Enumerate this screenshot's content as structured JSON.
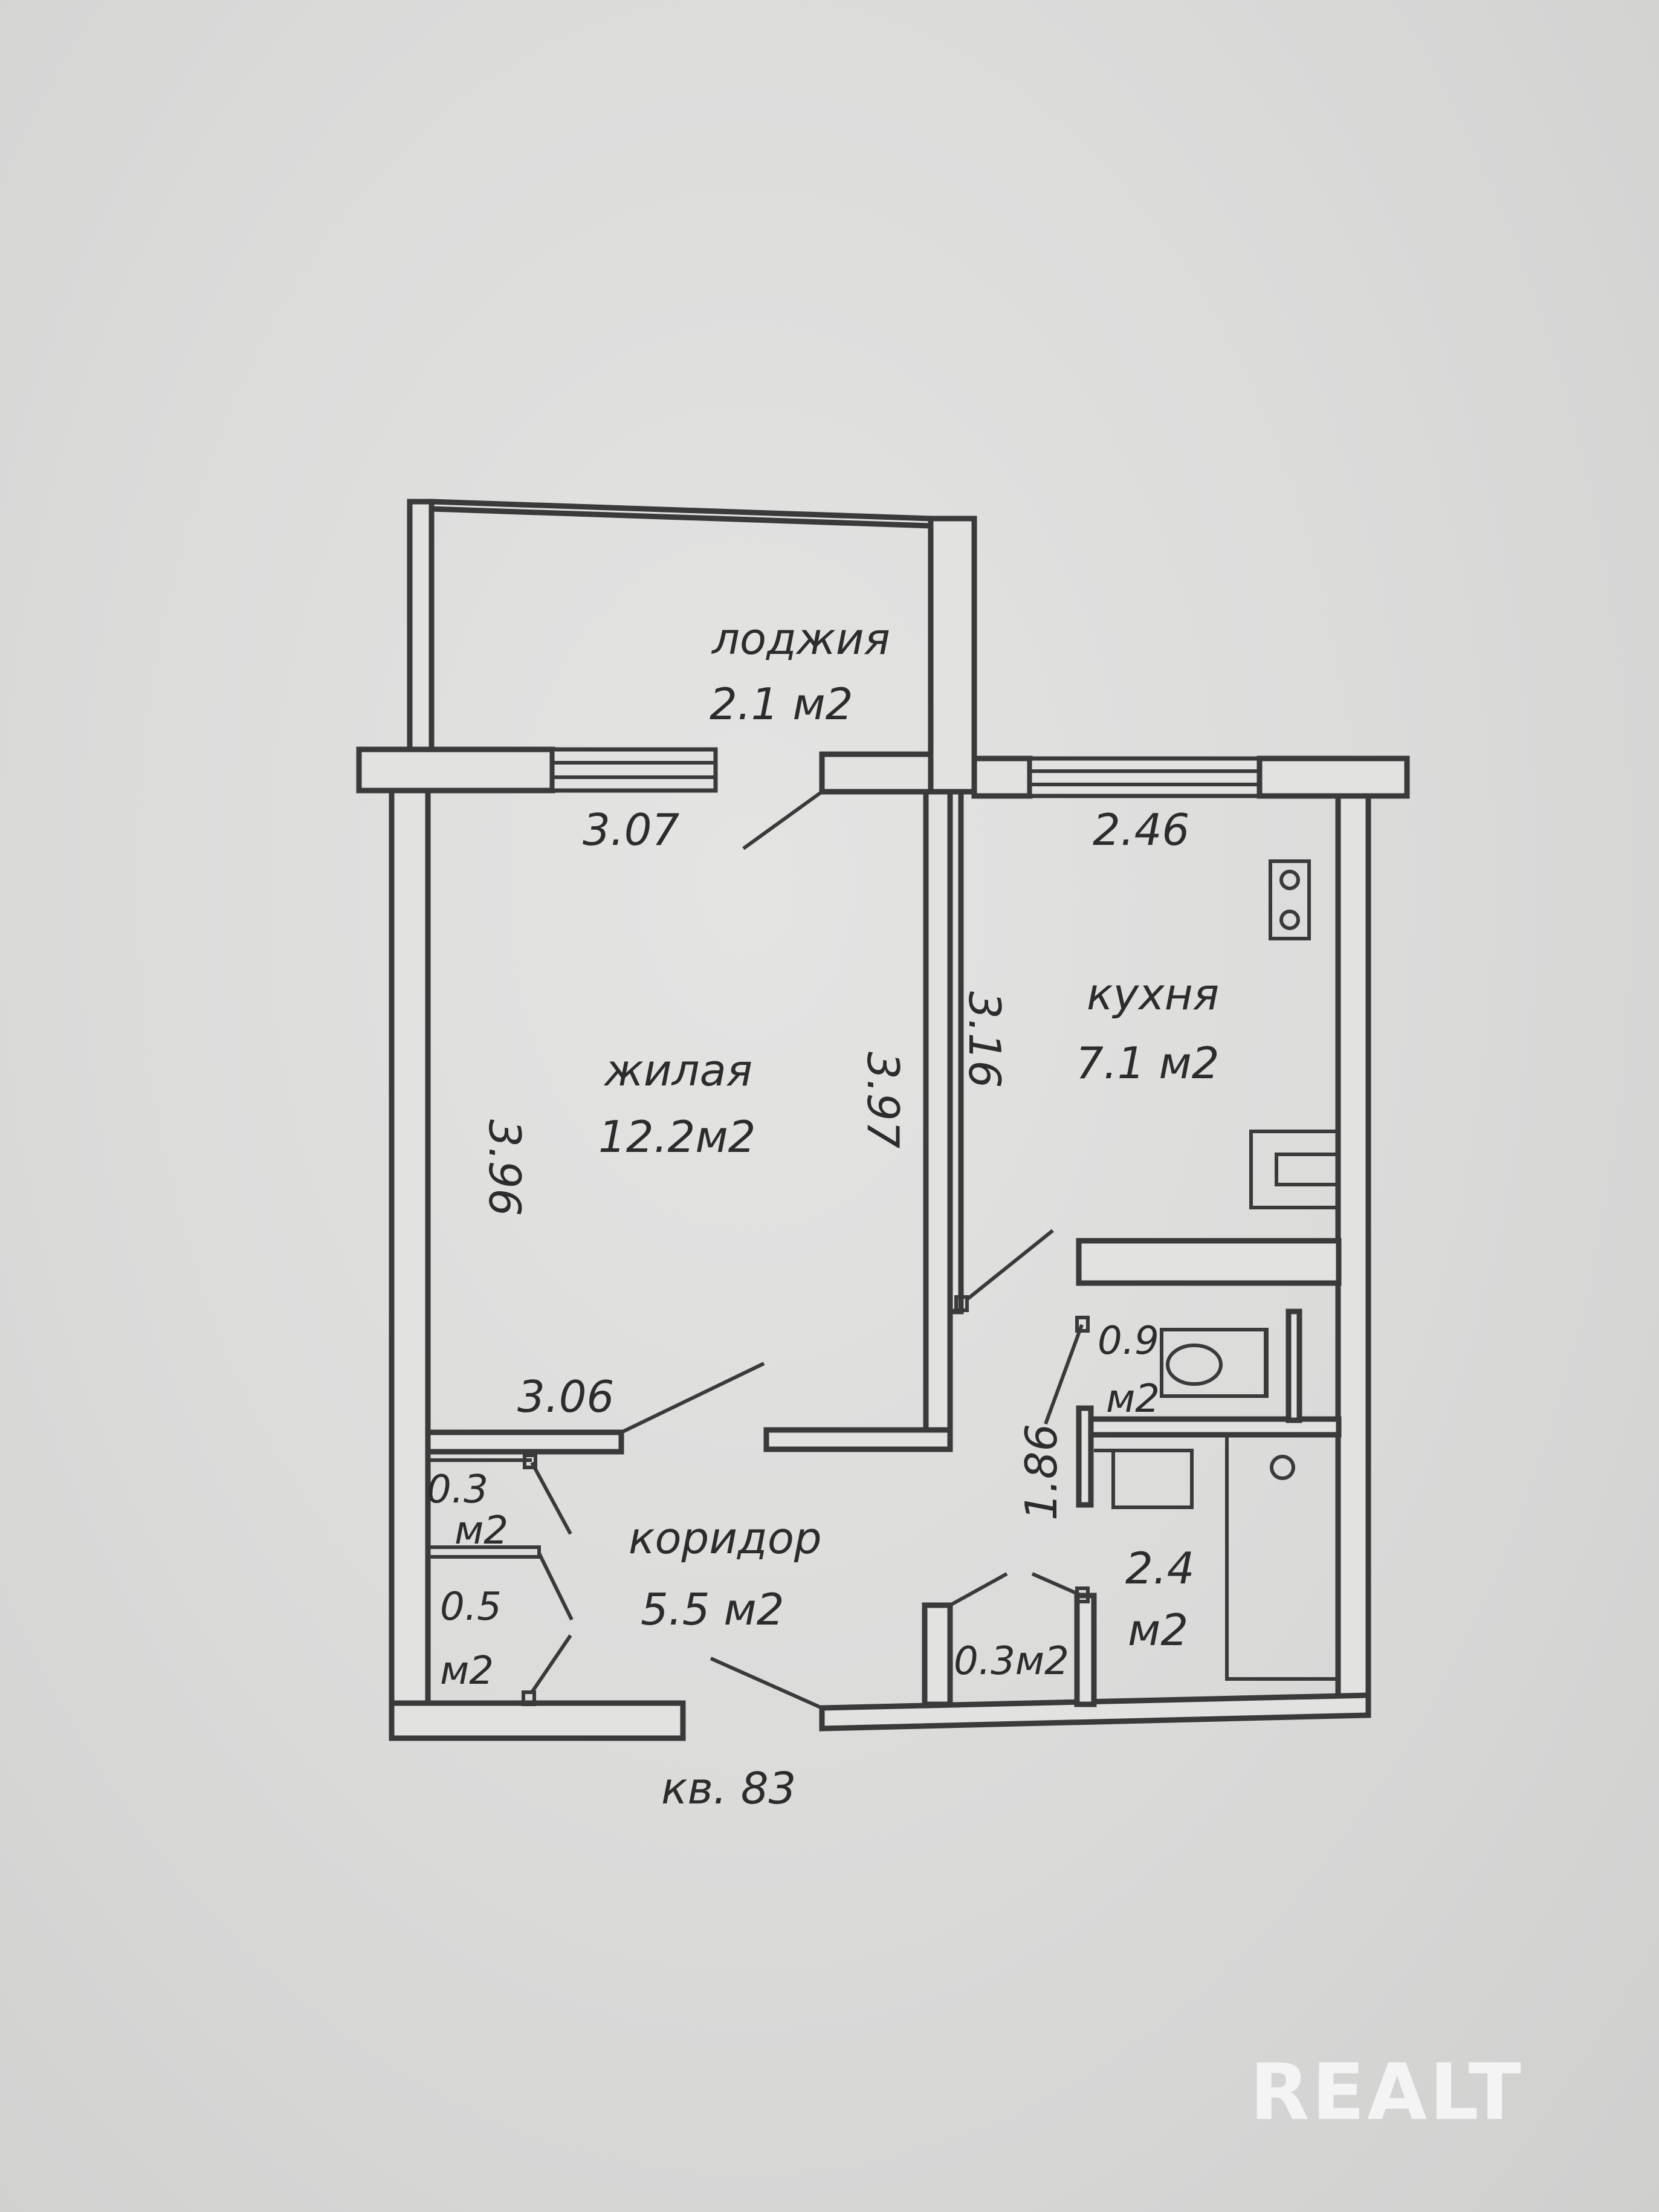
{
  "rooms": {
    "loggia": {
      "name": "лоджия",
      "area": "2.1 м2"
    },
    "living": {
      "name": "жилая",
      "area": "12.2м2"
    },
    "kitchen": {
      "name": "кухня",
      "area": "7.1 м2"
    },
    "corridor": {
      "name": "коридор",
      "area": "5.5 м2"
    },
    "closet_top": {
      "num": "0.3",
      "unit": "м2"
    },
    "closet_bottom": {
      "num": "0.5",
      "unit": "м2"
    },
    "wc": {
      "num": "0.9",
      "unit": "м2"
    },
    "bath": {
      "num": "2.4",
      "unit": "м2"
    },
    "niche": {
      "area": "0.3м2"
    }
  },
  "dimensions": {
    "living_top": "3.07",
    "living_bottom": "3.06",
    "living_left": "3.96",
    "living_right": "3.97",
    "kitchen_top": "2.46",
    "kitchen_left": "3.16",
    "bath_left": "1.86"
  },
  "apartment_label": "кв. 83",
  "watermark": "REALT"
}
